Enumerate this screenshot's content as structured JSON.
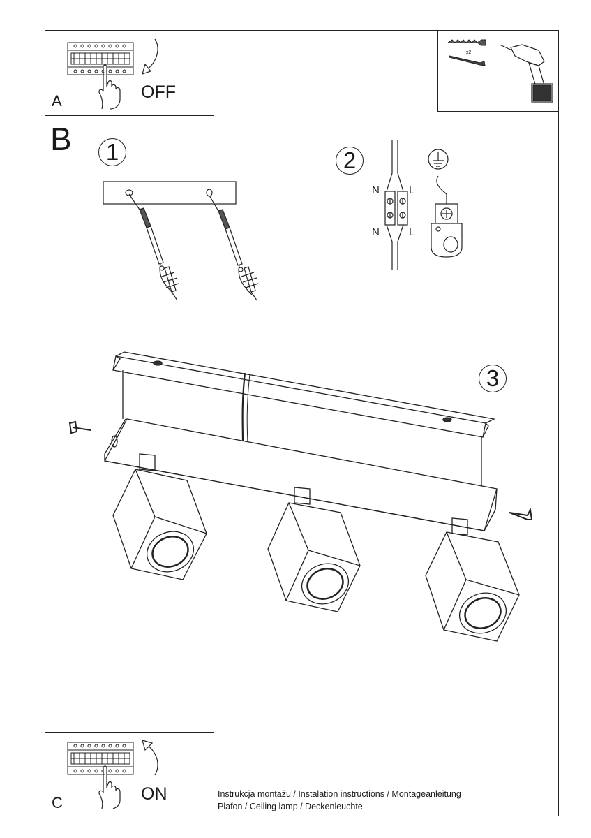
{
  "panel_a": {
    "letter": "A",
    "switch_label": "OFF"
  },
  "panel_b": {
    "letter": "B"
  },
  "panel_c": {
    "letter": "C",
    "switch_label": "ON"
  },
  "tools": {
    "quantity": "x2"
  },
  "steps": [
    "1",
    "2",
    "3"
  ],
  "wiring": {
    "neutral_top": "N",
    "live_top": "L",
    "neutral_bottom": "N",
    "live_bottom": "L"
  },
  "footer": {
    "line1": "Instrukcja montażu / Instalation instructions / Montageanleitung",
    "line2": "Plafon / Ceiling lamp / Deckenleuchte"
  },
  "icons": [
    "circuit-breaker-icon",
    "hand-icon",
    "curved-arrow-icon",
    "wall-plug-icon",
    "screw-icon",
    "drill-icon",
    "ground-symbol-icon",
    "terminal-block-icon",
    "ceiling-lamp-icon"
  ]
}
